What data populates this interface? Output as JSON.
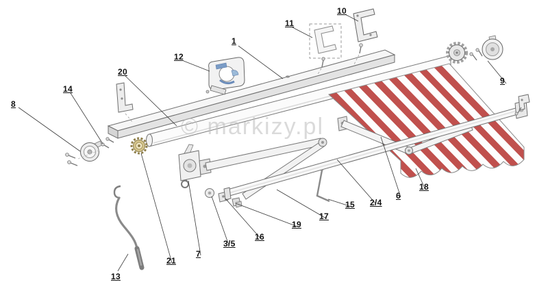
{
  "diagram": {
    "watermark": "© markizy.pl",
    "parts": [
      {
        "id": "1",
        "label": "1"
      },
      {
        "id": "2/4",
        "label": "2/4"
      },
      {
        "id": "3/5",
        "label": "3/5"
      },
      {
        "id": "6",
        "label": "6"
      },
      {
        "id": "7",
        "label": "7"
      },
      {
        "id": "8",
        "label": "8"
      },
      {
        "id": "9",
        "label": "9"
      },
      {
        "id": "10",
        "label": "10"
      },
      {
        "id": "11",
        "label": "11"
      },
      {
        "id": "12",
        "label": "12"
      },
      {
        "id": "13",
        "label": "13"
      },
      {
        "id": "14",
        "label": "14"
      },
      {
        "id": "15",
        "label": "15"
      },
      {
        "id": "16",
        "label": "16"
      },
      {
        "id": "17",
        "label": "17"
      },
      {
        "id": "18",
        "label": "18"
      },
      {
        "id": "19",
        "label": "19"
      },
      {
        "id": "20",
        "label": "20"
      },
      {
        "id": "21",
        "label": "21"
      }
    ],
    "colors": {
      "background": "#ffffff",
      "stripe_red": "#c0504d",
      "stripe_white": "#fdfdfd",
      "metal_light": "#f2f2f2",
      "outline": "#666666",
      "accent_blue": "#7a9cc6",
      "gear_gold": "#d6c68e",
      "watermark_gray": "#bdbdbd"
    }
  }
}
